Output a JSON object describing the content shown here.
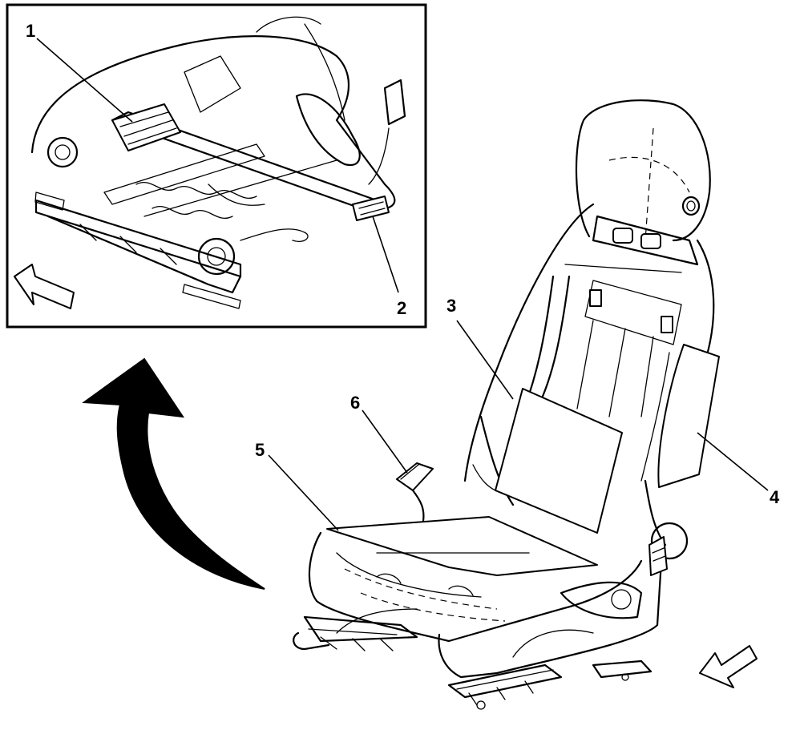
{
  "callouts": [
    {
      "id": "1",
      "label": "1"
    },
    {
      "id": "2",
      "label": "2"
    },
    {
      "id": "3",
      "label": "3"
    },
    {
      "id": "4",
      "label": "4"
    },
    {
      "id": "5",
      "label": "5"
    },
    {
      "id": "6",
      "label": "6"
    }
  ],
  "icons": {
    "inset_direction": "forward-arrow-icon",
    "main_direction": "forward-arrow-icon",
    "rotate": "curved-arrow-icon"
  },
  "colors": {
    "line": "#000000",
    "background": "#ffffff"
  }
}
